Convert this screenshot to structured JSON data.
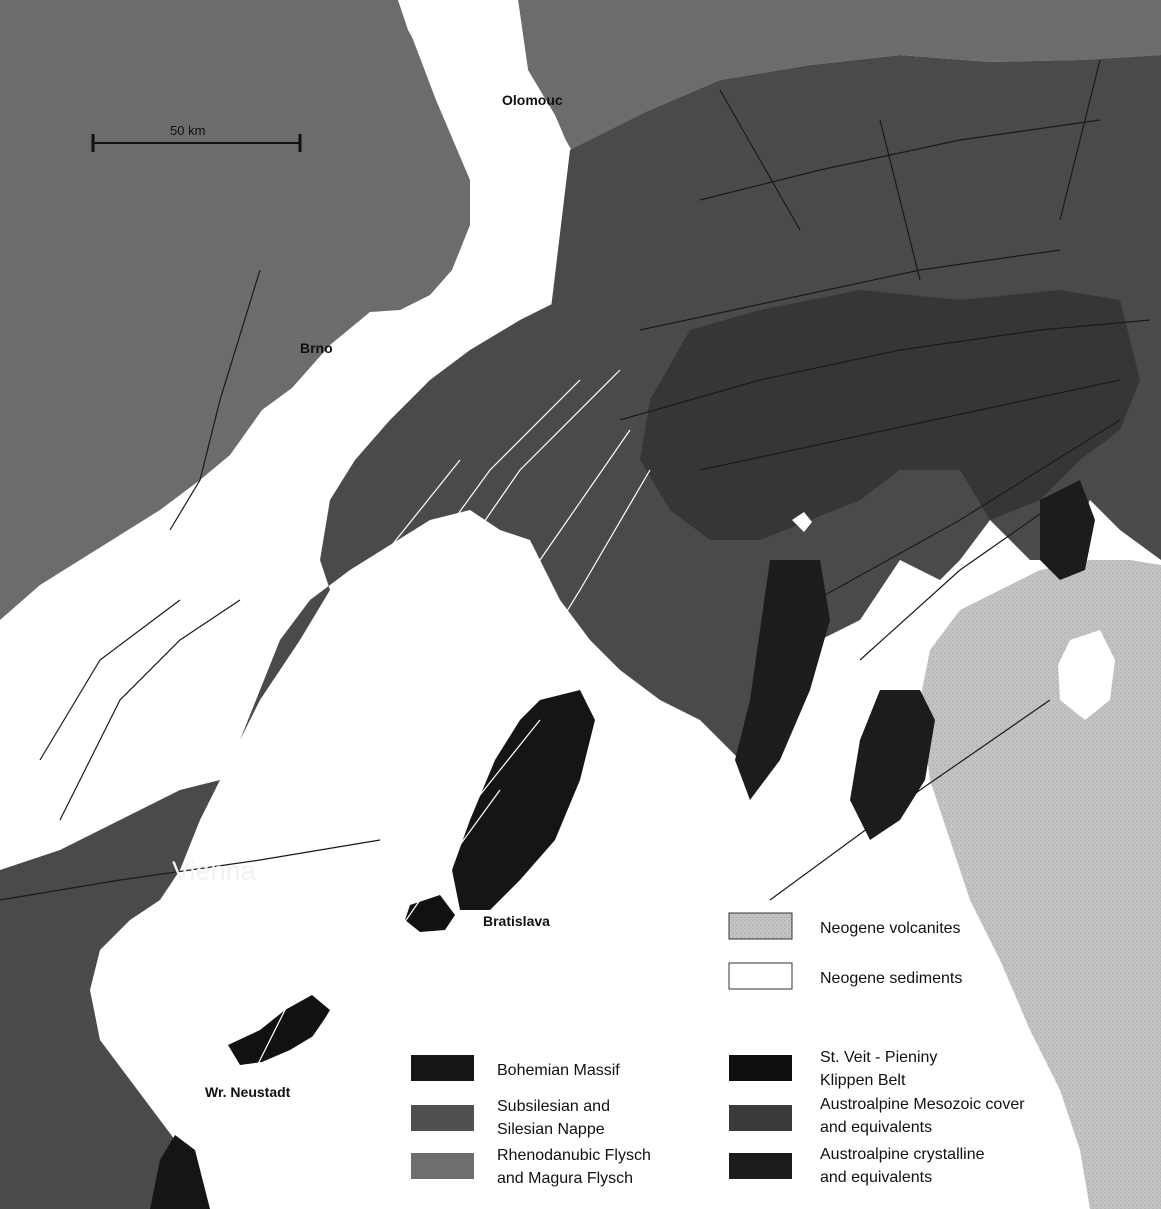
{
  "scale_bar": {
    "label": "50 km"
  },
  "places": {
    "olomouc": "Olomouc",
    "brno": "Brno",
    "vienna": "Vienna",
    "bratislava": "Bratislava",
    "wr_neustadt": "Wr. Neustadt"
  },
  "legend": [
    {
      "key": "neogene_volcanites",
      "lines": [
        "Neogene volcanites"
      ],
      "color": "#c4c4c4",
      "pattern": "stipple"
    },
    {
      "key": "neogene_sediments",
      "lines": [
        "Neogene sediments"
      ],
      "color": "#ffffff",
      "pattern": "none"
    },
    {
      "key": "bohemian_massif",
      "lines": [
        "Bohemian Massif"
      ],
      "color": "#151515",
      "pattern": "none"
    },
    {
      "key": "subsilesian",
      "lines": [
        "Subsilesian and",
        "Silesian Nappe"
      ],
      "color": "#505050",
      "pattern": "none"
    },
    {
      "key": "rhenodanubic",
      "lines": [
        "Rhenodanubic Flysch",
        "and Magura Flysch"
      ],
      "color": "#6e6e6e",
      "pattern": "none"
    },
    {
      "key": "klippen",
      "lines": [
        "St. Veit - Pieniny",
        "Klippen Belt"
      ],
      "color": "#101010",
      "pattern": "none"
    },
    {
      "key": "austroalpine_mesozoic",
      "lines": [
        "Austroalpine Mesozoic cover",
        "and equivalents"
      ],
      "color": "#3a3a3a",
      "pattern": "none"
    },
    {
      "key": "austroalpine_crystalline",
      "lines": [
        "Austroalpine crystalline",
        "and equivalents"
      ],
      "color": "#1c1c1c",
      "pattern": "none"
    }
  ],
  "colors": {
    "bohemian": "#6c6c6c",
    "flysch": "#4a4a4a",
    "flysch_dark": "#3a3a3a",
    "volcanites": "#c4c4c4",
    "sediments": "#ffffff",
    "klippen": "#111111",
    "faults": "#1a1a1a"
  }
}
